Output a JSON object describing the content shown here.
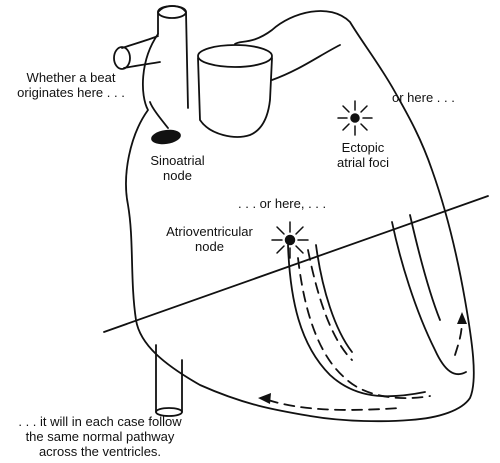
{
  "labels": {
    "sa_origin": [
      "Whether a beat",
      "originates here . . ."
    ],
    "sa_node": [
      "Sinoatrial",
      "node"
    ],
    "or_here_top": "or here . . .",
    "ectopic": [
      "Ectopic",
      "atrial foci"
    ],
    "or_here_mid": ". . . or here, . . .",
    "av_node": [
      "Atrioventricular",
      "node"
    ],
    "conclusion": [
      ". . . it will in each case follow",
      "the same normal pathway",
      "across the ventricles."
    ]
  },
  "colors": {
    "ink": "#111111",
    "background": "#ffffff"
  },
  "icons": [
    "heart-outline",
    "sinoatrial-node-blob",
    "ectopic-focus-starburst",
    "av-node-starburst",
    "dashed-conduction-arrow"
  ]
}
